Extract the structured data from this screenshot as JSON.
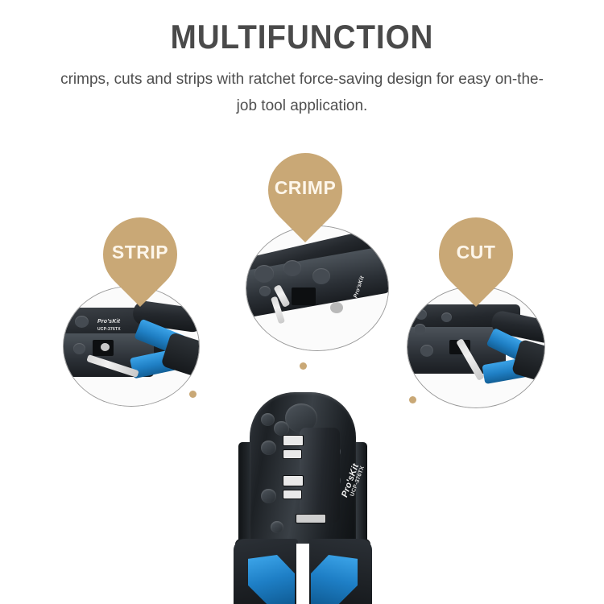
{
  "header": {
    "title": "MULTIFUNCTION",
    "subtitle": "crimps, cuts and strips with ratchet force-saving design for easy on-the-job tool application."
  },
  "callouts": [
    {
      "id": "strip",
      "label": "STRIP"
    },
    {
      "id": "crimp",
      "label": "CRIMP"
    },
    {
      "id": "cut",
      "label": "CUT"
    }
  ],
  "photos": {
    "strip": {
      "caption": "STRIP",
      "brand": "Pro'sKit",
      "model": "UCP-376TX"
    },
    "crimp": {
      "caption": "CRIMP",
      "brand": "Pro'sKit"
    },
    "cut": {
      "caption": "CUT"
    }
  },
  "hero": {
    "brand": "Pro'sKit",
    "model": "UCP-376TX"
  },
  "colors": {
    "background": "#ffffff",
    "title": "#4a4a4a",
    "subtitle": "#4f4f4f",
    "pin_tan": "#c9a876",
    "pin_text": "#fdf6ea",
    "tool_blue": "#1f7fc4",
    "tool_black": "#1a1d21",
    "dot_tan": "#c9a876"
  }
}
